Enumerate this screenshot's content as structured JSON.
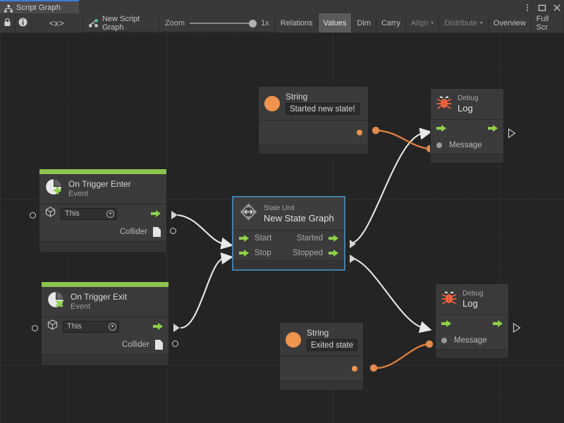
{
  "window": {
    "tab_label": "Script Graph",
    "tab_icon": "graph-hierarchy-icon",
    "controls": {
      "menu": "more-menu-icon",
      "maximize": "maximize-icon",
      "close": "close-icon"
    }
  },
  "toolbar": {
    "lock_icon": "lock-icon",
    "info_icon": "info-icon",
    "code_icon": "code-brackets-icon",
    "code_label": "<x>",
    "graph_icon": "script-graph-icon",
    "graph_name": "New Script Graph",
    "zoom_label": "Zoom",
    "zoom_value": "1x",
    "buttons": [
      {
        "label": "Relations",
        "state": "normal"
      },
      {
        "label": "Values",
        "state": "active"
      },
      {
        "label": "Dim",
        "state": "normal"
      },
      {
        "label": "Carry",
        "state": "normal"
      },
      {
        "label": "Align",
        "state": "dim",
        "caret": "▾"
      },
      {
        "label": "Distribute",
        "state": "dim",
        "caret": "▾"
      },
      {
        "label": "Overview",
        "state": "normal"
      },
      {
        "label": "Full Scr",
        "state": "normal"
      }
    ]
  },
  "graph": {
    "nodes": {
      "string_top": {
        "title": "String",
        "icon": "string-value-icon",
        "value": "Started new state!",
        "output_port": "value-output-port"
      },
      "debug_log_top": {
        "title": "Debug",
        "subtitle": "Log",
        "icon": "bug-icon",
        "message_label": "Message",
        "flow_in": "flow-input-port",
        "flow_out": "flow-output-port"
      },
      "on_trigger_enter": {
        "title": "On Trigger Enter",
        "subtitle": "Event",
        "icon": "event-enter-icon",
        "target_value": "This",
        "target_icon": "gameobject-icon",
        "collider_label": "Collider",
        "collider_icon": "collider-doc-icon"
      },
      "state_unit": {
        "title": "State Unit",
        "subtitle": "New  State  Graph",
        "icon": "state-unit-icon",
        "selected": true,
        "ports_in": [
          "Start",
          "Stop"
        ],
        "ports_out": [
          "Started",
          "Stopped"
        ]
      },
      "on_trigger_exit": {
        "title": "On Trigger Exit",
        "subtitle": "Event",
        "icon": "event-exit-icon",
        "target_value": "This",
        "target_icon": "gameobject-icon",
        "collider_label": "Collider",
        "collider_icon": "collider-doc-icon"
      },
      "string_bottom": {
        "title": "String",
        "icon": "string-value-icon",
        "value": "Exited state",
        "output_port": "value-output-port"
      },
      "debug_log_bottom": {
        "title": "Debug",
        "subtitle": "Log",
        "icon": "bug-icon",
        "message_label": "Message",
        "flow_in": "flow-input-port",
        "flow_out": "flow-output-port"
      }
    }
  },
  "colors": {
    "event_header": "#8cc54e",
    "flow_port": "#8ed14a",
    "value_port": "#f0934e",
    "edge_flow": "#e8e8e8",
    "edge_value": "#d97c3f",
    "selection": "#3f7fa8",
    "canvas": "#242424",
    "node_body": "#3b3b3b",
    "tab_accent": "#3b7fd4"
  }
}
